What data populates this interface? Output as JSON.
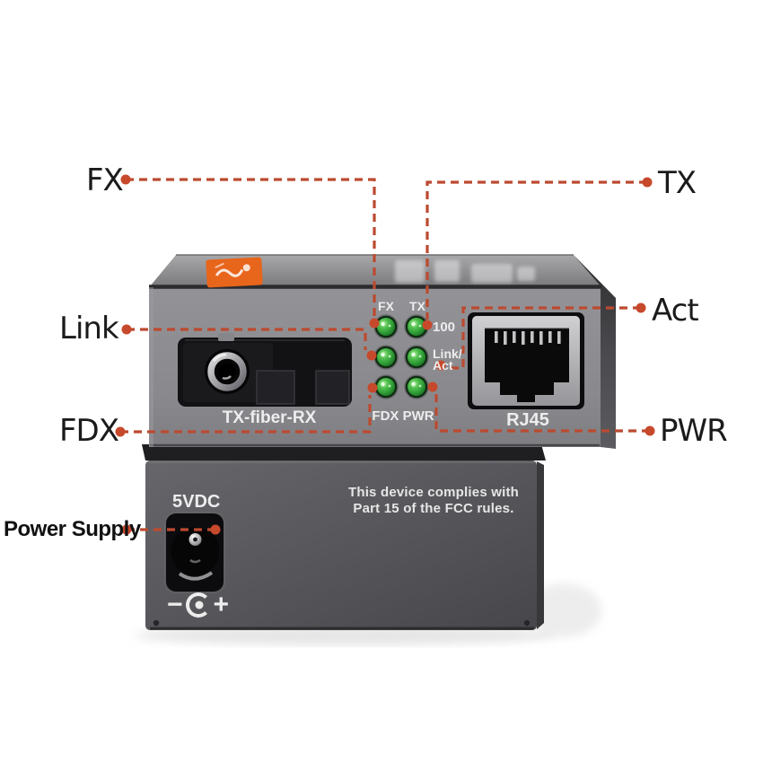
{
  "colors": {
    "callout_line": "#bc4a30",
    "callout_dot": "#c7492c",
    "led_green": "#2f9e38",
    "sticker_orange": "#e8651c",
    "front_gray": "#8c8c90",
    "rear_gray": "#55555a"
  },
  "callouts": {
    "fx": {
      "label": "FX"
    },
    "tx": {
      "label": "TX"
    },
    "link": {
      "label": "Link"
    },
    "act": {
      "label": "Act"
    },
    "fdx": {
      "label": "FDX"
    },
    "pwr": {
      "label": "PWR"
    },
    "power_supply": {
      "label": "Power Supply"
    }
  },
  "front_panel": {
    "led_column_labels": {
      "fx": "FX",
      "tx": "TX"
    },
    "led_row_labels": {
      "row1": "100",
      "row2_line1": "Link/",
      "row2_line2": "Act",
      "row3": "FDX PWR"
    },
    "led_names": [
      "fx-100-led",
      "tx-100-led",
      "fx-link-act-led",
      "tx-link-act-led",
      "fdx-led",
      "pwr-led"
    ],
    "fiber_port_label": "TX-fiber-RX",
    "rj45_label": "RJ45"
  },
  "rear_panel": {
    "voltage_label": "5VDC",
    "fcc_line1": "This device complies with",
    "fcc_line2": "Part 15 of the FCC rules.",
    "polarity_minus": "−",
    "polarity_plus": "+"
  }
}
